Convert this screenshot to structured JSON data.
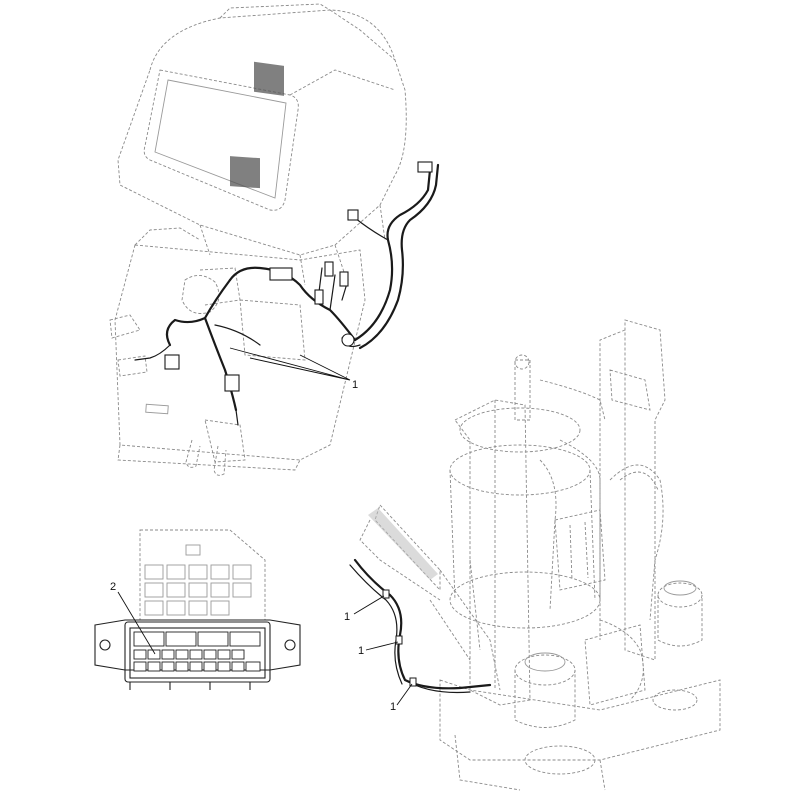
{
  "callouts": {
    "harness_upper": "1",
    "harness_lower_a": "1",
    "harness_lower_b": "1",
    "harness_lower_c": "1",
    "fuse_panel": "2"
  }
}
